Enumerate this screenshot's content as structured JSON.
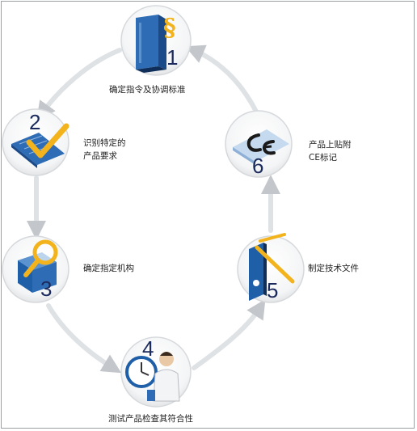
{
  "steps": [
    {
      "number": "1",
      "label": "确定指令及协调标准",
      "icon": "law-book-icon"
    },
    {
      "number": "2",
      "label_line1": "识别特定的",
      "label_line2": "产品要求",
      "icon": "checkmark-document-icon"
    },
    {
      "number": "3",
      "label": "确定指定机构",
      "icon": "magnifier-box-icon"
    },
    {
      "number": "4",
      "label": "测试产品检查其符合性",
      "icon": "lab-technician-clock-icon"
    },
    {
      "number": "5",
      "label": "制定技术文件",
      "icon": "folder-ruler-icon"
    },
    {
      "number": "6",
      "label_line1": "产品上贴附",
      "label_line2": "CE标记",
      "icon": "ce-mark-icon"
    }
  ],
  "colors": {
    "ring": "#e3e5e8",
    "arrow": "#bfc3c8",
    "circle_border": "#d9dbde",
    "number": "#1b2a5c",
    "accent": "#f2b31c",
    "blue": "#1f5fa8"
  }
}
